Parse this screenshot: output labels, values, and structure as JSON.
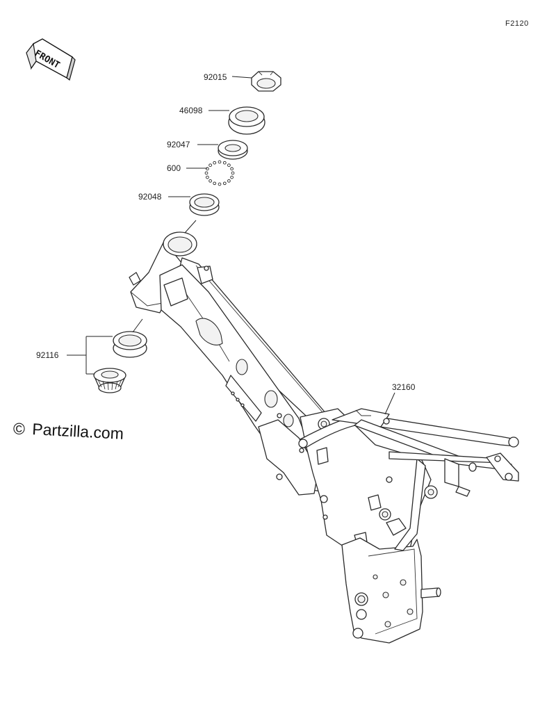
{
  "figure_code": "F2120",
  "front_arrow_label": "FRONT",
  "watermark": {
    "symbol": "©",
    "text": "Partzilla.com"
  },
  "callouts": [
    {
      "id": "part-92015",
      "label": "92015"
    },
    {
      "id": "part-46098",
      "label": "46098"
    },
    {
      "id": "part-92047",
      "label": "92047"
    },
    {
      "id": "part-600",
      "label": "600"
    },
    {
      "id": "part-92048",
      "label": "92048"
    },
    {
      "id": "part-92116",
      "label": "92116"
    },
    {
      "id": "part-32160",
      "label": "32160"
    }
  ]
}
